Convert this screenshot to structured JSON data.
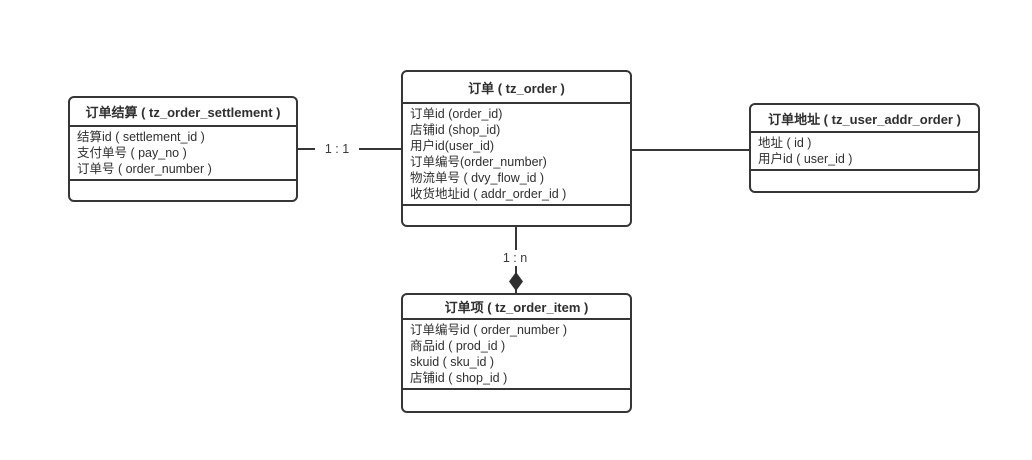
{
  "diagram": {
    "background": "#ffffff",
    "line_color": "#363636",
    "text_color": "#2f2f2f",
    "tables": [
      {
        "id": "tz_order_settlement",
        "title": "订单结算 ( tz_order_settlement )",
        "fields": [
          "结算id ( settlement_id )",
          "支付单号 ( pay_no )",
          "订单号 ( order_number )"
        ]
      },
      {
        "id": "tz_order",
        "title": "订单 ( tz_order )",
        "fields": [
          "订单id (order_id)",
          "店铺id (shop_id)",
          "用户id(user_id)",
          "订单编号(order_number)",
          "物流单号 ( dvy_flow_id )",
          "收货地址id ( addr_order_id )"
        ]
      },
      {
        "id": "tz_user_addr_order",
        "title": "订单地址 ( tz_user_addr_order )",
        "fields": [
          "地址 ( id )",
          "用户id ( user_id )"
        ]
      },
      {
        "id": "tz_order_item",
        "title": "订单项 ( tz_order_item )",
        "fields": [
          "订单编号id ( order_number )",
          "商品id ( prod_id )",
          "skuid ( sku_id )",
          "店铺id ( shop_id )"
        ]
      }
    ],
    "relations": [
      {
        "from": "tz_order_settlement",
        "to": "tz_order",
        "label": "1 : 1"
      },
      {
        "from": "tz_order",
        "to": "tz_order_item",
        "label": "1 : n"
      },
      {
        "from": "tz_order",
        "to": "tz_user_addr_order",
        "label": ""
      }
    ]
  }
}
